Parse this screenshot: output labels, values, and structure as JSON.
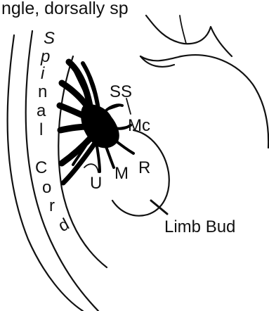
{
  "caption_fragment": "ngle, dorsally sp",
  "spinal_cord_letters": [
    "S",
    "p",
    "i",
    "n",
    "a",
    "l",
    "C",
    "o",
    "r",
    "d"
  ],
  "labels": {
    "ss": "SS",
    "mc": "Mc",
    "r": "R",
    "m": "M",
    "u": "U",
    "limb_bud": "Limb Bud"
  },
  "colors": {
    "ink": "#111111",
    "background": "#ffffff"
  }
}
